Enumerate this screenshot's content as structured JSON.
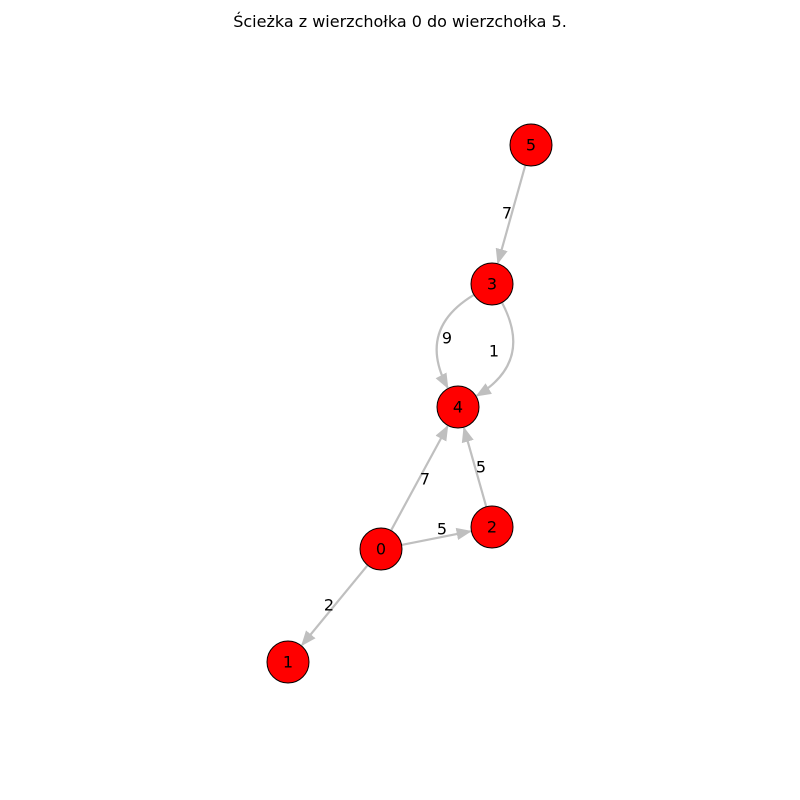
{
  "title": "Ścieżka z wierzchołka 0 do wierzchołka 5.",
  "colors": {
    "node_fill": "#ff0000",
    "node_stroke": "#000000",
    "edge": "#bfbfbf"
  },
  "nodes": [
    {
      "id": "0",
      "label": "0"
    },
    {
      "id": "1",
      "label": "1"
    },
    {
      "id": "2",
      "label": "2"
    },
    {
      "id": "3",
      "label": "3"
    },
    {
      "id": "4",
      "label": "4"
    },
    {
      "id": "5",
      "label": "5"
    }
  ],
  "edges": [
    {
      "from": "5",
      "to": "3",
      "weight": "7"
    },
    {
      "from": "3",
      "to": "4",
      "weight": "9"
    },
    {
      "from": "3",
      "to": "4",
      "weight": "1"
    },
    {
      "from": "0",
      "to": "4",
      "weight": "7"
    },
    {
      "from": "2",
      "to": "4",
      "weight": "5"
    },
    {
      "from": "0",
      "to": "2",
      "weight": "5"
    },
    {
      "from": "0",
      "to": "1",
      "weight": "2"
    }
  ]
}
